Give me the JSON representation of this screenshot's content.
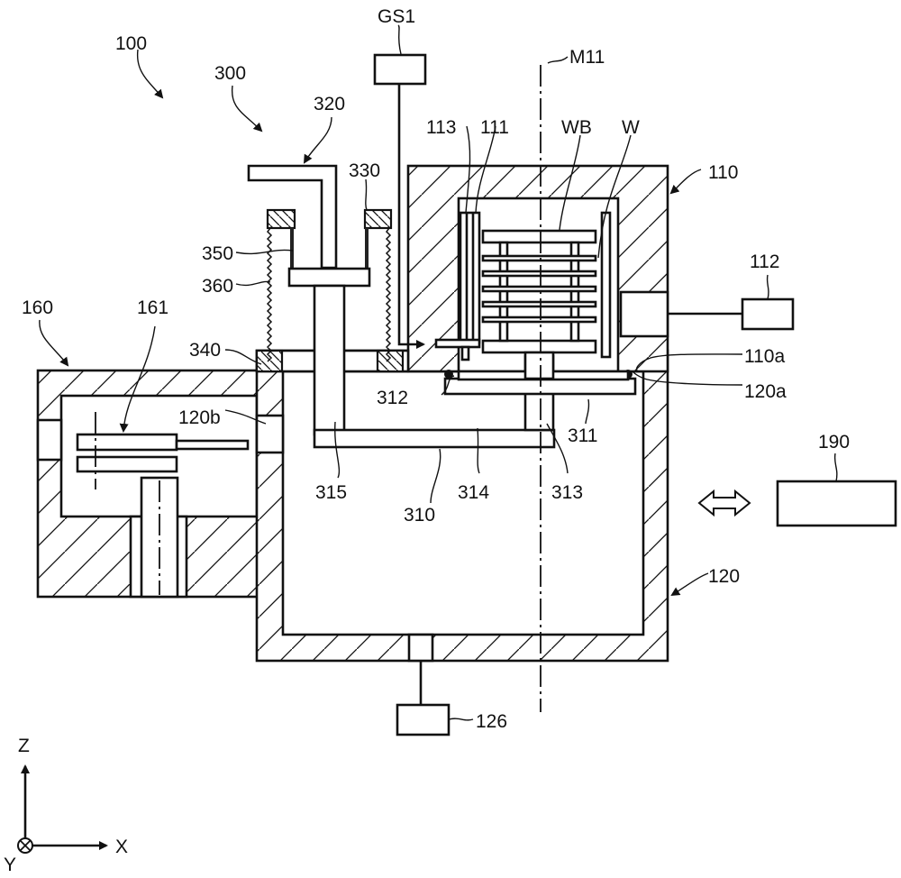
{
  "figure": {
    "description": "Schematic cross-section of a substrate processing apparatus",
    "labels": {
      "apparatus": "100",
      "lift_unit": "300",
      "rod_top": "320",
      "flange": "330",
      "seal_340": "340",
      "bellows_inner": "350",
      "bellows_outer": "360",
      "transfer_chamber": "160",
      "transfer_robot": "161",
      "gas_supply": "GS1",
      "axis": "M11",
      "nozzle": "113",
      "inner_tube": "111",
      "boat": "WB",
      "wafer": "W",
      "process_chamber": "110",
      "exhaust": "112",
      "opening_110a": "110a",
      "opening_120a": "120a",
      "seal_312": "312",
      "lid": "311",
      "port_120b": "120b",
      "shaft_315": "315",
      "beam_314": "314",
      "lift_310": "310",
      "shaft_313": "313",
      "controller": "190",
      "load_lock": "120",
      "pump": "126"
    },
    "coordinate_axes": {
      "z": "Z",
      "x": "X",
      "y": "Y"
    },
    "connector": "bidirectional-arrow"
  }
}
